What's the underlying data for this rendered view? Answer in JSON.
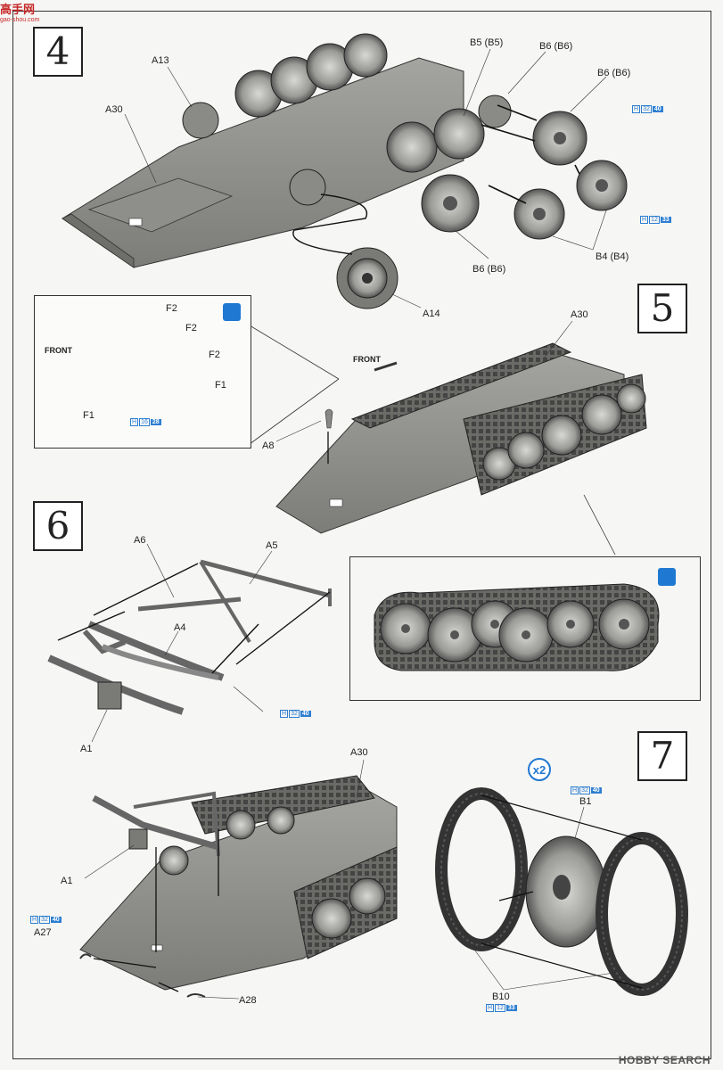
{
  "site_logo": {
    "main": "高手网",
    "sub": "gao-shou.com"
  },
  "watermark": "HOBBY SEARCH",
  "steps": {
    "s4": "4",
    "s5": "5",
    "s6": "6",
    "s7": "7"
  },
  "step4": {
    "labels": {
      "a13": "A13",
      "a30": "A30",
      "b5": "B5 (B5)",
      "b6a": "B6 (B6)",
      "b6b": "B6 (B6)",
      "b6c": "B6 (B6)",
      "b4": "B4 (B4)",
      "a14": "A14"
    },
    "paint_top": {
      "h": "H",
      "n": "32",
      "c": "40"
    },
    "paint_bottom": {
      "h": "H",
      "n": "12",
      "c": "33"
    }
  },
  "step5": {
    "inset_labels": {
      "f2a": "F2",
      "f2b": "F2",
      "f2c": "F2",
      "f1a": "F1",
      "f1b": "F1",
      "front": "FRONT"
    },
    "paint": {
      "h": "H",
      "n": "16",
      "c": "28"
    },
    "main_labels": {
      "a30": "A30",
      "front": "FRONT",
      "a8": "A8"
    }
  },
  "step6": {
    "labels": {
      "a6": "A6",
      "a5": "A5",
      "a4": "A4",
      "a1": "A1"
    },
    "paint": {
      "h": "H",
      "n": "32",
      "c": "40"
    }
  },
  "step7_left": {
    "labels": {
      "a30": "A30",
      "a1": "A1",
      "a27": "A27",
      "a28": "A28"
    },
    "paint": {
      "h": "H",
      "n": "32",
      "c": "40"
    }
  },
  "step7": {
    "multiplier": "x2",
    "labels": {
      "b1": "B1",
      "b10": "B10"
    },
    "paint_top": {
      "h": "H",
      "n": "32",
      "c": "40"
    },
    "paint_bottom": {
      "h": "H",
      "n": "12",
      "c": "33"
    }
  },
  "colors": {
    "paint_blue": "#2e7fd1",
    "part_gray": "#8c8c88",
    "dark_gray": "#555"
  }
}
